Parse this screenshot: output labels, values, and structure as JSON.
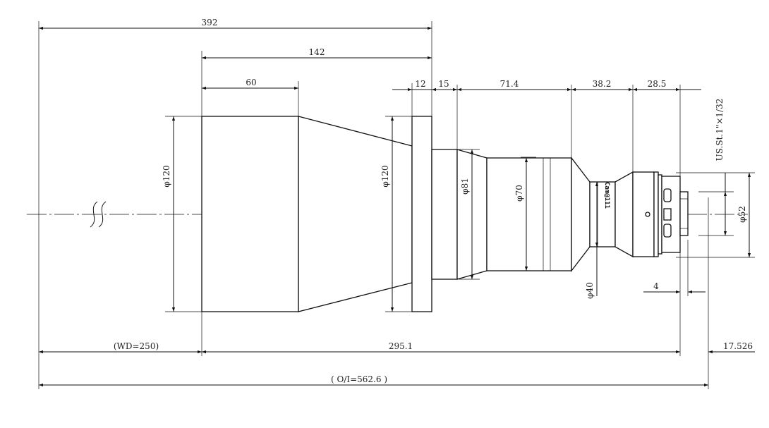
{
  "drawing": {
    "dimensions": {
      "total_392": "392",
      "d142": "142",
      "d60": "60",
      "d12": "12",
      "d15": "15",
      "d71_4": "71.4",
      "d38_2": "38.2",
      "d28_5": "28.5",
      "wd": "(WD=250)",
      "d295_1": "295.1",
      "d17_526": "17.526",
      "oi": "( O/I=562.6 )",
      "d4": "4"
    },
    "diameters": {
      "front": "φ120",
      "flange": "φ120",
      "d81": "φ81",
      "d70": "φ70",
      "d40": "φ40",
      "d52": "φ52"
    },
    "thread": "US.St.1\"×1/32",
    "brand_text": "Cam@111",
    "colors": {
      "line": "#111111",
      "background": "#ffffff"
    }
  }
}
